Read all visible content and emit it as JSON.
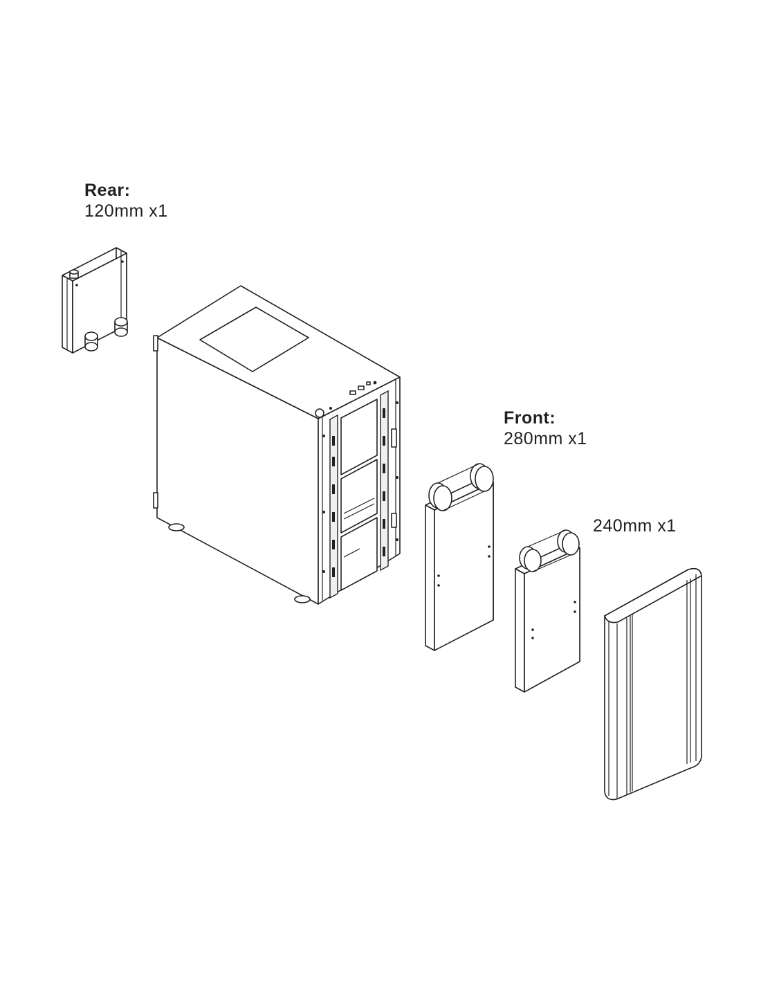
{
  "labels": {
    "rear": {
      "title": "Rear:",
      "size": "120mm x1"
    },
    "front": {
      "title": "Front:",
      "size": "280mm x1"
    },
    "radiator_240": {
      "size": "240mm x1"
    }
  },
  "colors": {
    "line": "#231f20",
    "background": "#ffffff"
  }
}
